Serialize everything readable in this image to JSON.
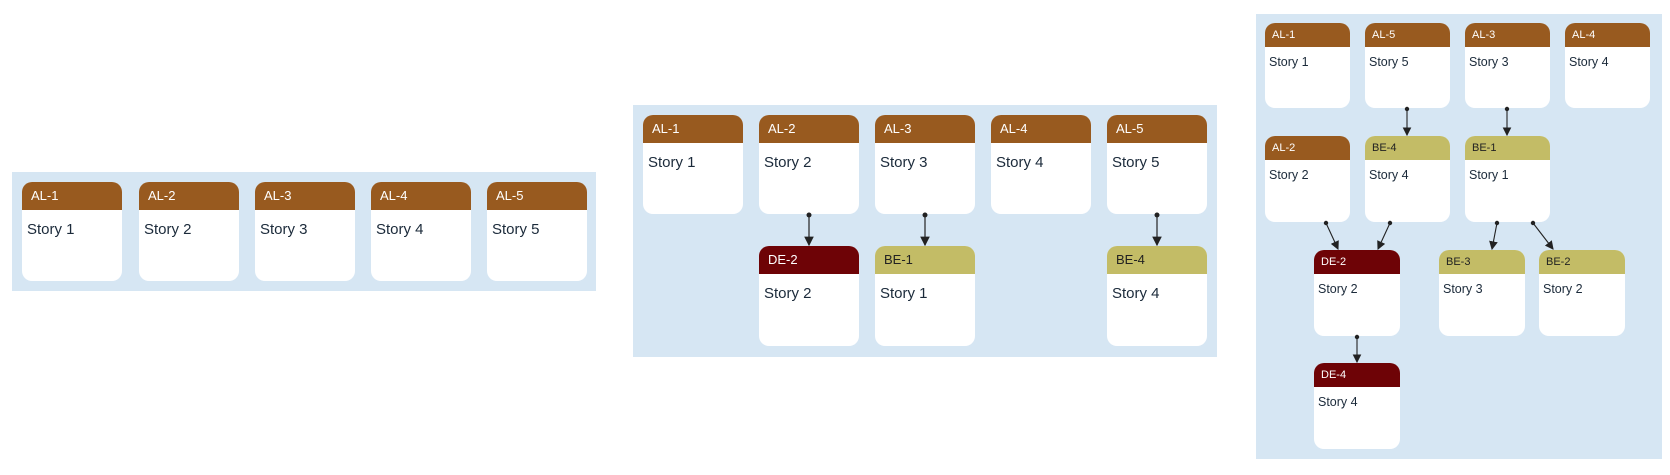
{
  "colors": {
    "panel": "#d6e6f3",
    "al_header": "#985a1f",
    "de_header": "#6e0306",
    "be_header": "#c3bc66"
  },
  "diagrams": [
    {
      "cards": [
        {
          "id": "AL-1",
          "story": "Story 1"
        },
        {
          "id": "AL-2",
          "story": "Story 2"
        },
        {
          "id": "AL-3",
          "story": "Story 3"
        },
        {
          "id": "AL-4",
          "story": "Story 4"
        },
        {
          "id": "AL-5",
          "story": "Story 5"
        }
      ]
    },
    {
      "cards": [
        {
          "id": "AL-1",
          "story": "Story 1"
        },
        {
          "id": "AL-2",
          "story": "Story 2"
        },
        {
          "id": "AL-3",
          "story": "Story 3"
        },
        {
          "id": "AL-4",
          "story": "Story 4"
        },
        {
          "id": "AL-5",
          "story": "Story 5"
        },
        {
          "id": "DE-2",
          "story": "Story 2"
        },
        {
          "id": "BE-1",
          "story": "Story 1"
        },
        {
          "id": "BE-4",
          "story": "Story 4"
        }
      ],
      "edges": [
        [
          "AL-2",
          "DE-2"
        ],
        [
          "AL-3",
          "BE-1"
        ],
        [
          "AL-5",
          "BE-4"
        ]
      ]
    },
    {
      "cards": [
        {
          "id": "AL-1",
          "story": "Story 1"
        },
        {
          "id": "AL-5",
          "story": "Story 5"
        },
        {
          "id": "AL-3",
          "story": "Story 3"
        },
        {
          "id": "AL-4",
          "story": "Story 4"
        },
        {
          "id": "AL-2",
          "story": "Story 2"
        },
        {
          "id": "BE-4",
          "story": "Story 4"
        },
        {
          "id": "BE-1",
          "story": "Story 1"
        },
        {
          "id": "DE-2",
          "story": "Story 2"
        },
        {
          "id": "BE-3",
          "story": "Story 3"
        },
        {
          "id": "BE-2",
          "story": "Story 2"
        },
        {
          "id": "DE-4",
          "story": "Story 4"
        }
      ],
      "edges": [
        [
          "AL-5",
          "BE-4"
        ],
        [
          "AL-3",
          "BE-1"
        ],
        [
          "AL-2",
          "DE-2"
        ],
        [
          "BE-4",
          "DE-2"
        ],
        [
          "BE-1",
          "BE-3"
        ],
        [
          "BE-1",
          "BE-2"
        ],
        [
          "DE-2",
          "DE-4"
        ]
      ]
    }
  ]
}
